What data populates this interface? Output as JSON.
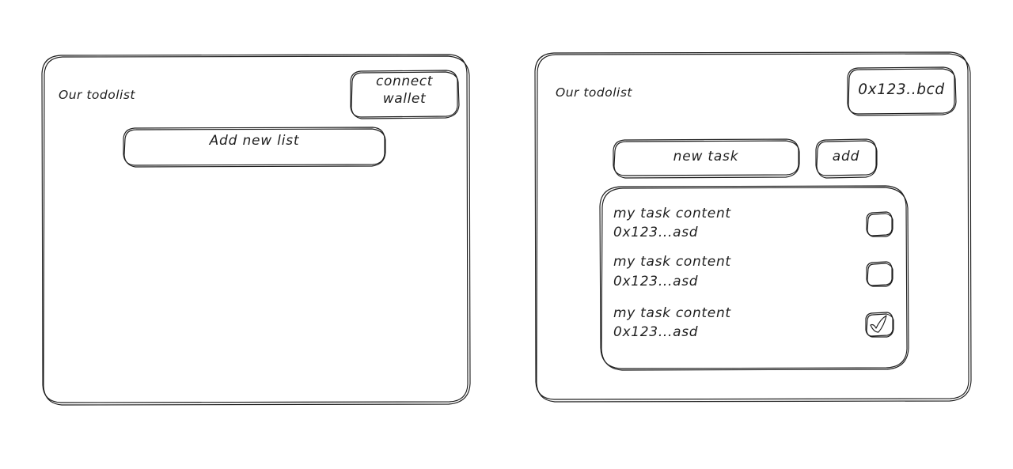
{
  "meta": {
    "style": "hand-drawn-wireframe",
    "background_color": "#ffffff",
    "stroke_color": "#1e1e1e"
  },
  "screens": [
    {
      "id": "disconnected",
      "title": "Our todolist",
      "wallet_button": {
        "line1": "connect",
        "line2": "wallet"
      },
      "add_list_button": {
        "label": "Add new list"
      }
    },
    {
      "id": "connected",
      "title": "Our todolist",
      "wallet_chip": {
        "address": "0x123..bcd"
      },
      "new_task_input": {
        "value": "new task"
      },
      "add_button": {
        "label": "add"
      },
      "task_list": {
        "tasks": [
          {
            "content": "my task content",
            "owner": "0x123...asd",
            "checked": false,
            "checkbox_icon": "checkbox-empty-icon"
          },
          {
            "content": "my task content",
            "owner": "0x123...asd",
            "checked": false,
            "checkbox_icon": "checkbox-empty-icon"
          },
          {
            "content": "my task content",
            "owner": "0x123...asd",
            "checked": true,
            "checkbox_icon": "checkbox-checked-icon"
          }
        ]
      }
    }
  ]
}
